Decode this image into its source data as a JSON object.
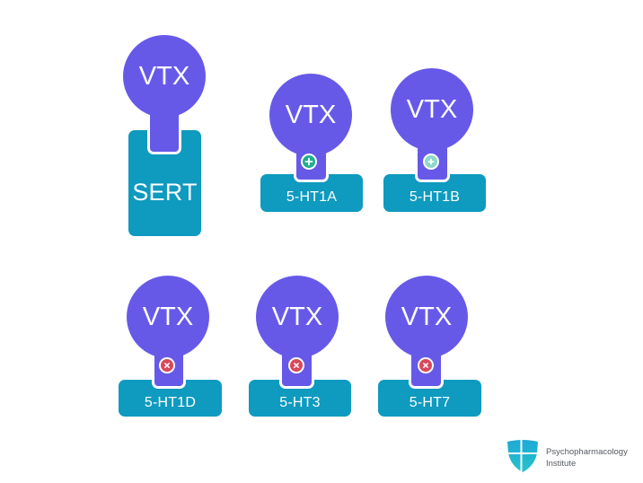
{
  "diagram": {
    "ligand_label": "VTX",
    "colors": {
      "ligand": "#6759e8",
      "receptor": "#0f9abf",
      "agonist_icon": "#1fae8f",
      "partial_agonist_icon": "#8fd8c8",
      "antagonist_icon": "#d8495a"
    },
    "targets": [
      {
        "label": "SERT",
        "action": "inhibition",
        "icon": "none"
      },
      {
        "label": "5-HT1A",
        "action": "agonist",
        "icon": "plus-icon"
      },
      {
        "label": "5-HT1B",
        "action": "partial-agonist",
        "icon": "plus-icon"
      },
      {
        "label": "5-HT1D",
        "action": "antagonist",
        "icon": "x-icon"
      },
      {
        "label": "5-HT3",
        "action": "antagonist",
        "icon": "x-icon"
      },
      {
        "label": "5-HT7",
        "action": "antagonist",
        "icon": "x-icon"
      }
    ]
  },
  "logo": {
    "line1": "Psychopharmacology",
    "line2": "Institute"
  }
}
